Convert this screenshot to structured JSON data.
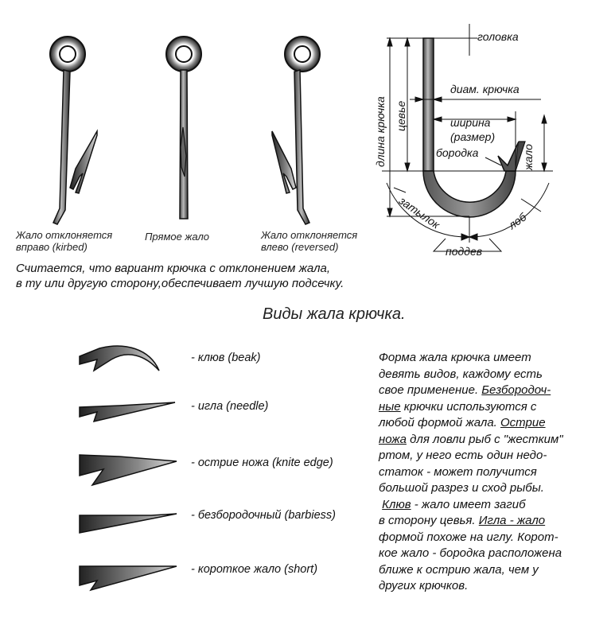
{
  "hooks": [
    {
      "label_line1": "Жало отклоняется",
      "label_line2": "вправо  (kirbed)"
    },
    {
      "label_line1": "Прямое жало",
      "label_line2": ""
    },
    {
      "label_line1": "Жало отклоняется",
      "label_line2": "влево  (reversed)"
    }
  ],
  "note": {
    "line1": "Считается, что вариант крючка с отклонением жала,",
    "line2": "в ту или другую сторону,обеспечивает лучшую подсечку."
  },
  "anatomy": {
    "head": "головка",
    "wire_diameter": "диам. крючка",
    "shank": "цевье",
    "length": "длина крючка",
    "gap_line1": "ширина",
    "gap_line2": "(размер)",
    "barb": "бородка",
    "point": "жало",
    "throat": "затылок",
    "bend": "лоб",
    "bite": "поддев"
  },
  "section_title": "Виды жала крючка.",
  "tips": [
    {
      "name": "beak",
      "label": "- клюв  (beak)"
    },
    {
      "name": "needle",
      "label": "- игла  (needle)"
    },
    {
      "name": "knife-edge",
      "label": "- острие ножа  (knite edge)"
    },
    {
      "name": "barbless",
      "label": "- безбородочный  (barbiess)"
    },
    {
      "name": "short",
      "label": "- короткое жало  (short)"
    }
  ],
  "description": {
    "l1": "Форма жала крючка имеет",
    "l2": "девять видов, каждому есть",
    "l3a": "свое применение. ",
    "l3b": "Безбородоч-",
    "l4a": "ные",
    "l4b": " крючки используются с",
    "l5a": "любой формой жала. ",
    "l5b": "Острие",
    "l6a": "ножа",
    "l6b": " для ловли рыб с \"жестким\"",
    "l7": "ртом, у него есть один недо-",
    "l8": "статок - может получится",
    "l9": "большой разрез и сход рыбы.",
    "l10a": "Клюв",
    "l10b": " - жало имеет загиб",
    "l11a": "в сторону цевья. ",
    "l11b": "Игла - жало",
    "l12": "формой похоже на иглу.  Корот-",
    "l13": "кое жало - бородка расположена",
    "l14": "ближе к острию жала, чем у",
    "l15": "других крючков."
  }
}
